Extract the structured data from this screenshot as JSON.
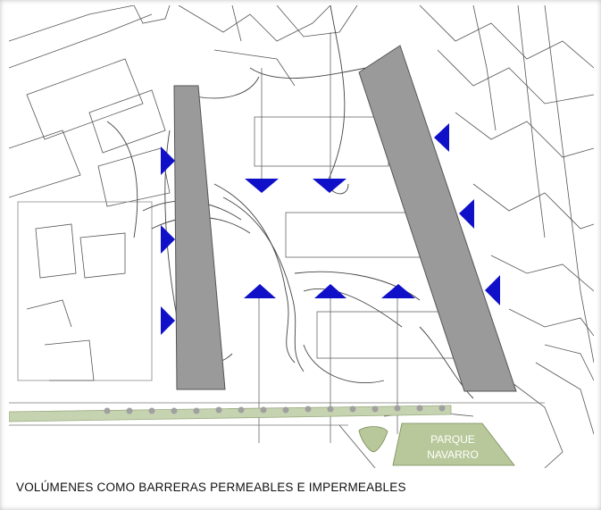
{
  "caption": "VOLÚMENES COMO BARRERAS PERMEABLES E IMPERMEABLES",
  "park": {
    "line1": "PARQUE",
    "line2": "NAVARRO"
  },
  "colors": {
    "arrow": "#1010c8",
    "volume": "#9a9a9a",
    "park": "#b8c89a",
    "promenade": "#c6d3b0",
    "lines": "#333333"
  },
  "legend_icons": {
    "arrow": "triangle-arrow-icon",
    "volume": "building-volume-icon",
    "park": "park-area-icon"
  }
}
